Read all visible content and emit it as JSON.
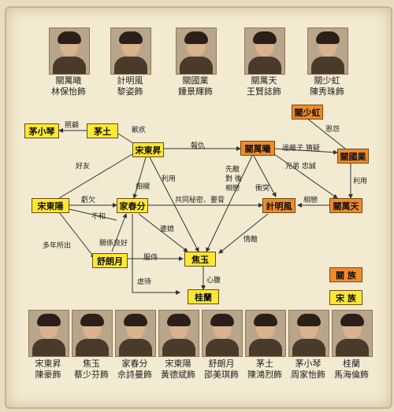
{
  "top_cast": [
    {
      "role": "關萬曦",
      "actor": "林保怡飾"
    },
    {
      "role": "計明風",
      "actor": "黎姿飾"
    },
    {
      "role": "關國業",
      "actor": "鍾景輝飾"
    },
    {
      "role": "關萬天",
      "actor": "王賢誌飾"
    },
    {
      "role": "關少虹",
      "actor": "陳秀珠飾"
    }
  ],
  "bottom_cast": [
    {
      "role": "宋東昇",
      "actor": "陳豪飾"
    },
    {
      "role": "焦玉",
      "actor": "蔡少芬飾"
    },
    {
      "role": "家春分",
      "actor": "佘詩曼飾"
    },
    {
      "role": "宋東陽",
      "actor": "黃德斌飾"
    },
    {
      "role": "舒朗月",
      "actor": "邵美琪飾"
    },
    {
      "role": "茅土",
      "actor": "陳鴻烈飾"
    },
    {
      "role": "茅小琴",
      "actor": "周家怡飾"
    },
    {
      "role": "桂蘭",
      "actor": "馬海倫飾"
    }
  ],
  "nodes": {
    "maoxiaoqin": "茅小琴",
    "maotu": "茅土",
    "songdongsheng": "宋東昇",
    "guanwanxi": "關萬曦",
    "guanshaohong": "關少虹",
    "guanguoye": "關國業",
    "songdongyang": "宋東陽",
    "jiachunfen": "家春分",
    "jimingfeng": "計明風",
    "guanwantian": "關萬天",
    "shulangyue": "舒朗月",
    "jiaoyu": "焦玉",
    "guilan": "桂蘭"
  },
  "edges": {
    "zhaogu": "照顧",
    "qianjiu": "歉疚",
    "baochou": "報仇",
    "enyuan": "恩怨",
    "guojizi": "過繼子 猜疑",
    "haoyou": "好友",
    "xiangchen": "相襯",
    "liyong1": "利用",
    "xiandiduihouxiangai": "先敵對 後相戀",
    "xiongdizhongcheng": "兄弟 忠誠",
    "liyong2": "利用",
    "kuiqian": "虧欠",
    "gongtongmimi": "共同秘密、要脅",
    "chongtu": "衝突",
    "xiangai": "相戀",
    "buhe": "不和",
    "guanxiliang": "關係良好",
    "duonianchu": "多年所出",
    "poxi": "婆媳",
    "qingdi": "情敵",
    "fushi": "服侍",
    "nuedai": "虐待",
    "xinfu": "心腹"
  },
  "legend": {
    "guan": "關 族",
    "song": "宋 族"
  },
  "colors": {
    "guan": "#f28a2a",
    "song": "#ffe833",
    "edge": "#333333"
  }
}
